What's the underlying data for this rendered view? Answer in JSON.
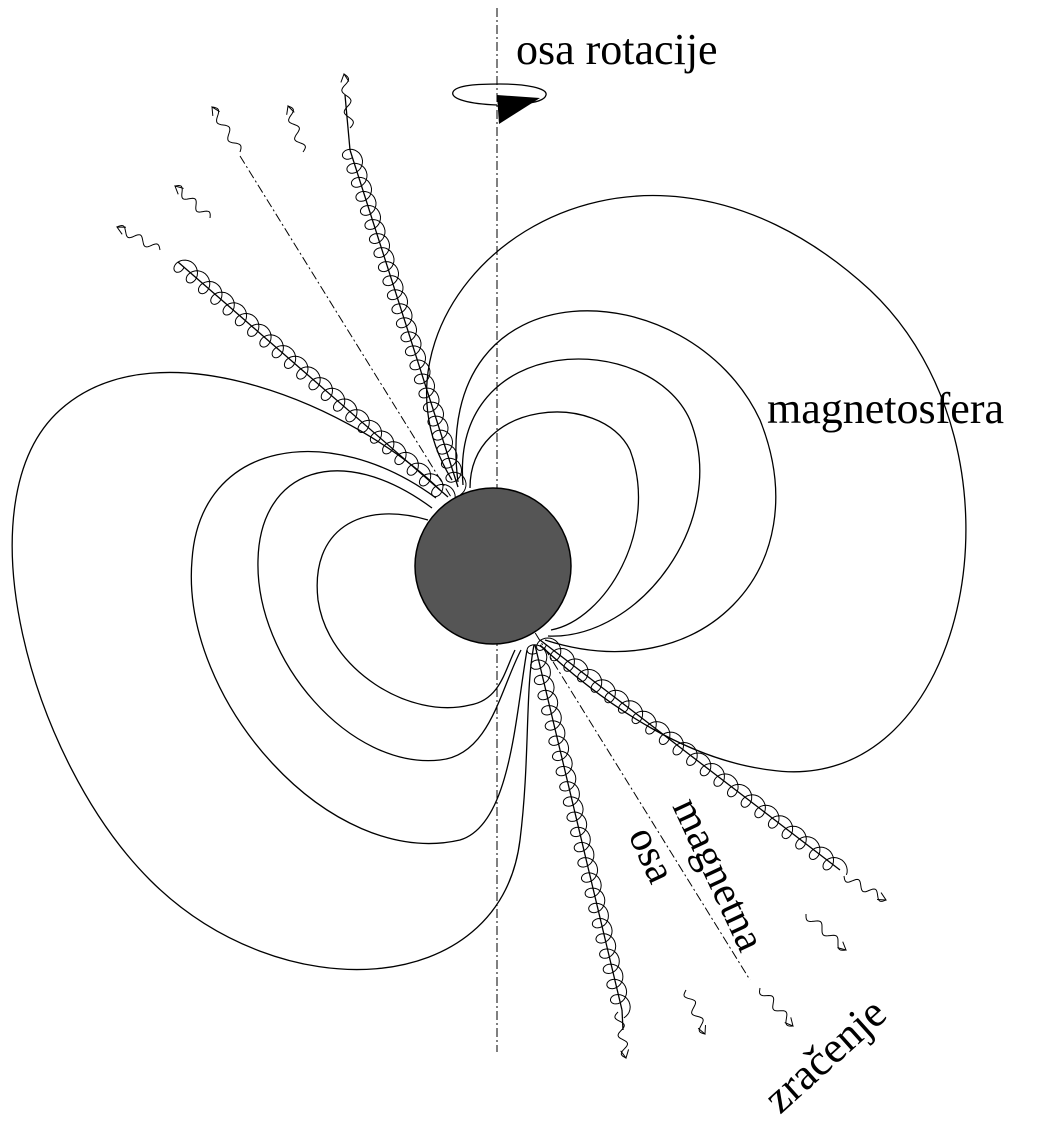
{
  "labels": {
    "rotation_axis": "osa rotacije",
    "magnetosphere": "magnetosfera",
    "magnetic_axis_word1": "magnetna",
    "magnetic_axis_word2": "osa",
    "radiation": "zračenje"
  },
  "colors": {
    "star": "#555555",
    "ink": "#000000",
    "background": "#ffffff"
  }
}
